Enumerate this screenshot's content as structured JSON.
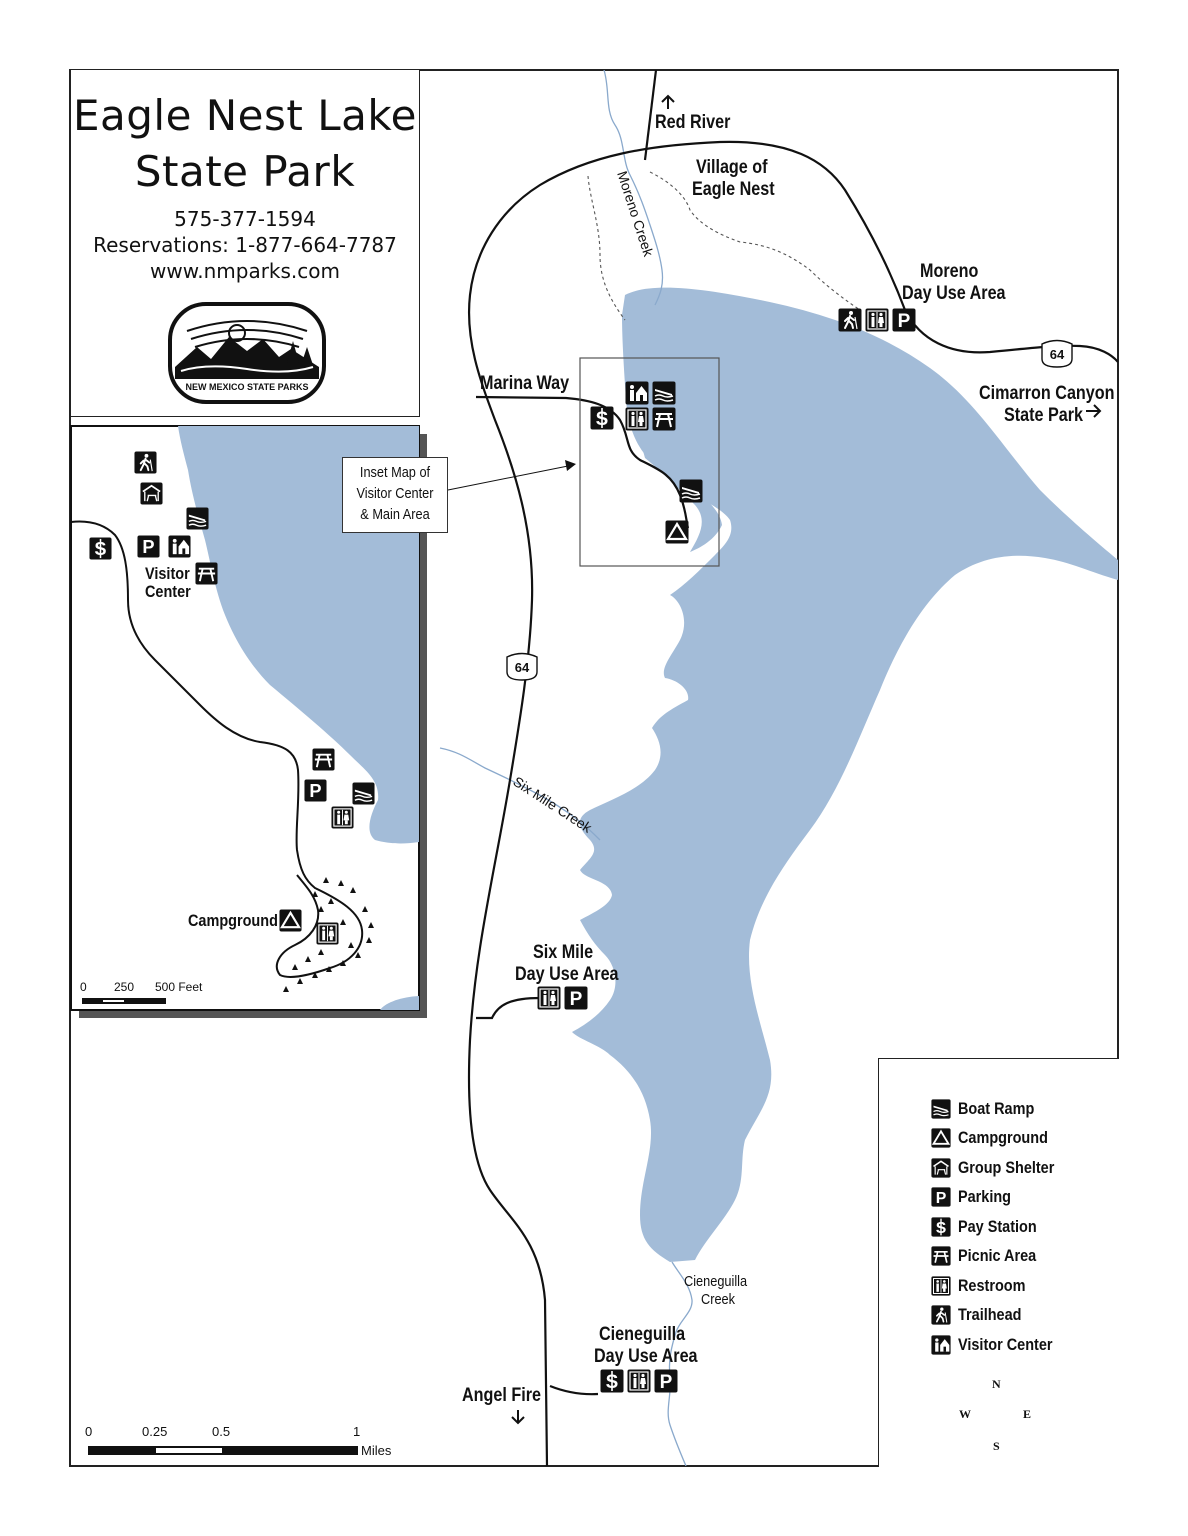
{
  "title": {
    "line1": "Eagle Nest Lake",
    "line2": "State Park",
    "phone": "575-377-1594",
    "reservations": "Reservations: 1-877-664-7787",
    "website": "www.nmparks.com",
    "logo_text": "NEW MEXICO STATE PARKS"
  },
  "colors": {
    "water": "#a3bcd8",
    "ink": "#111111",
    "stream": "#8aa9cc"
  },
  "places": {
    "red_river": "Red River",
    "village_1": "Village of",
    "village_2": "Eagle Nest",
    "moreno_creek": "Moreno Creek",
    "moreno_1": "Moreno",
    "moreno_2": "Day Use Area",
    "cimarron_1": "Cimarron Canyon",
    "cimarron_2": "State Park",
    "marina_way": "Marina Way",
    "six_mile_creek": "Six Mile Creek",
    "six_mile_1": "Six Mile",
    "six_mile_2": "Day Use Area",
    "cieneguilla_creek_1": "Cieneguilla",
    "cieneguilla_creek_2": "Creek",
    "cieneguilla_1": "Cieneguilla",
    "cieneguilla_2": "Day Use Area",
    "angel_fire": "Angel Fire",
    "highway": "64"
  },
  "inset": {
    "callout_1": "Inset Map of",
    "callout_2": "Visitor Center",
    "callout_3": "& Main Area",
    "visitor_1": "Visitor",
    "visitor_2": "Center",
    "campground": "Campground",
    "scale_ticks": [
      "0",
      "250",
      "500 Feet"
    ]
  },
  "scale": {
    "ticks": [
      "0",
      "0.25",
      "0.5",
      "1"
    ],
    "unit": "Miles"
  },
  "compass": {
    "n": "N",
    "s": "S",
    "e": "E",
    "w": "W"
  },
  "legend": [
    {
      "icon": "boat-ramp-icon",
      "label": "Boat Ramp"
    },
    {
      "icon": "campground-icon",
      "label": "Campground"
    },
    {
      "icon": "group-shelter-icon",
      "label": "Group Shelter"
    },
    {
      "icon": "parking-icon",
      "label": "Parking"
    },
    {
      "icon": "pay-station-icon",
      "label": "Pay Station"
    },
    {
      "icon": "picnic-area-icon",
      "label": "Picnic Area"
    },
    {
      "icon": "restroom-icon",
      "label": "Restroom"
    },
    {
      "icon": "trailhead-icon",
      "label": "Trailhead"
    },
    {
      "icon": "visitor-center-icon",
      "label": "Visitor Center"
    }
  ]
}
